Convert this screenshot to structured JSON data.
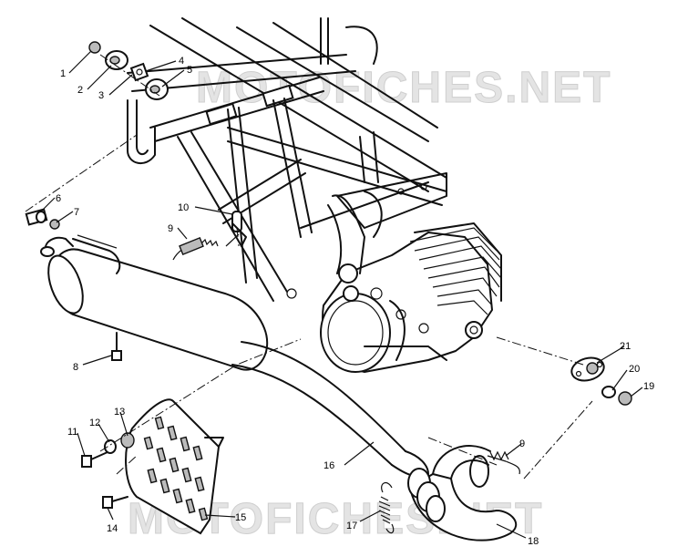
{
  "watermarks": [
    "MOTOFICHES.NET",
    "MOTOFICHES.NET"
  ],
  "callouts": {
    "c1": "1",
    "c2": "2",
    "c3": "3",
    "c4": "4",
    "c5": "5",
    "c6": "6",
    "c7": "7",
    "c8": "8",
    "c9a": "9",
    "c9b": "9",
    "c10": "10",
    "c11": "11",
    "c12": "12",
    "c13": "13",
    "c14": "14",
    "c15": "15",
    "c16": "16",
    "c17": "17",
    "c18": "18",
    "c19": "19",
    "c20": "20",
    "c21": "21"
  }
}
